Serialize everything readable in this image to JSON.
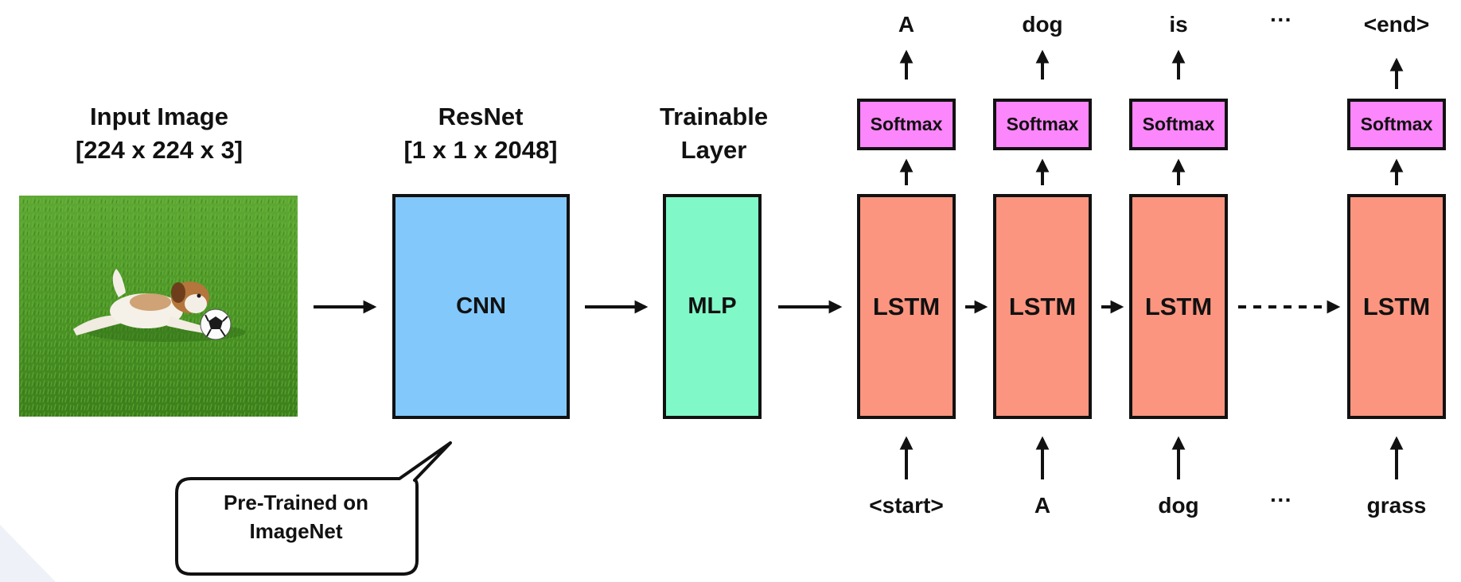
{
  "headings": {
    "input_title": "Input Image",
    "input_dims": "[224 x 224 x 3]",
    "resnet_title": "ResNet",
    "resnet_dims": "[1 x 1 x 2048]",
    "trainable_line1": "Trainable",
    "trainable_line2": "Layer"
  },
  "blocks": {
    "cnn": "CNN",
    "mlp": "MLP",
    "lstm": "LSTM",
    "softmax": "Softmax"
  },
  "outputs": [
    "A",
    "dog",
    "is",
    "···",
    "<end>"
  ],
  "inputs": [
    "<start>",
    "A",
    "dog",
    "···",
    "grass"
  ],
  "callout": {
    "line1": "Pre-Trained on",
    "line2": "ImageNet"
  },
  "colors": {
    "cnn": "#82c8fb",
    "mlp": "#80f8c8",
    "lstm": "#fc9580",
    "softmax": "#fc86fb",
    "grass": "#4f9a28",
    "stroke": "#111111"
  }
}
